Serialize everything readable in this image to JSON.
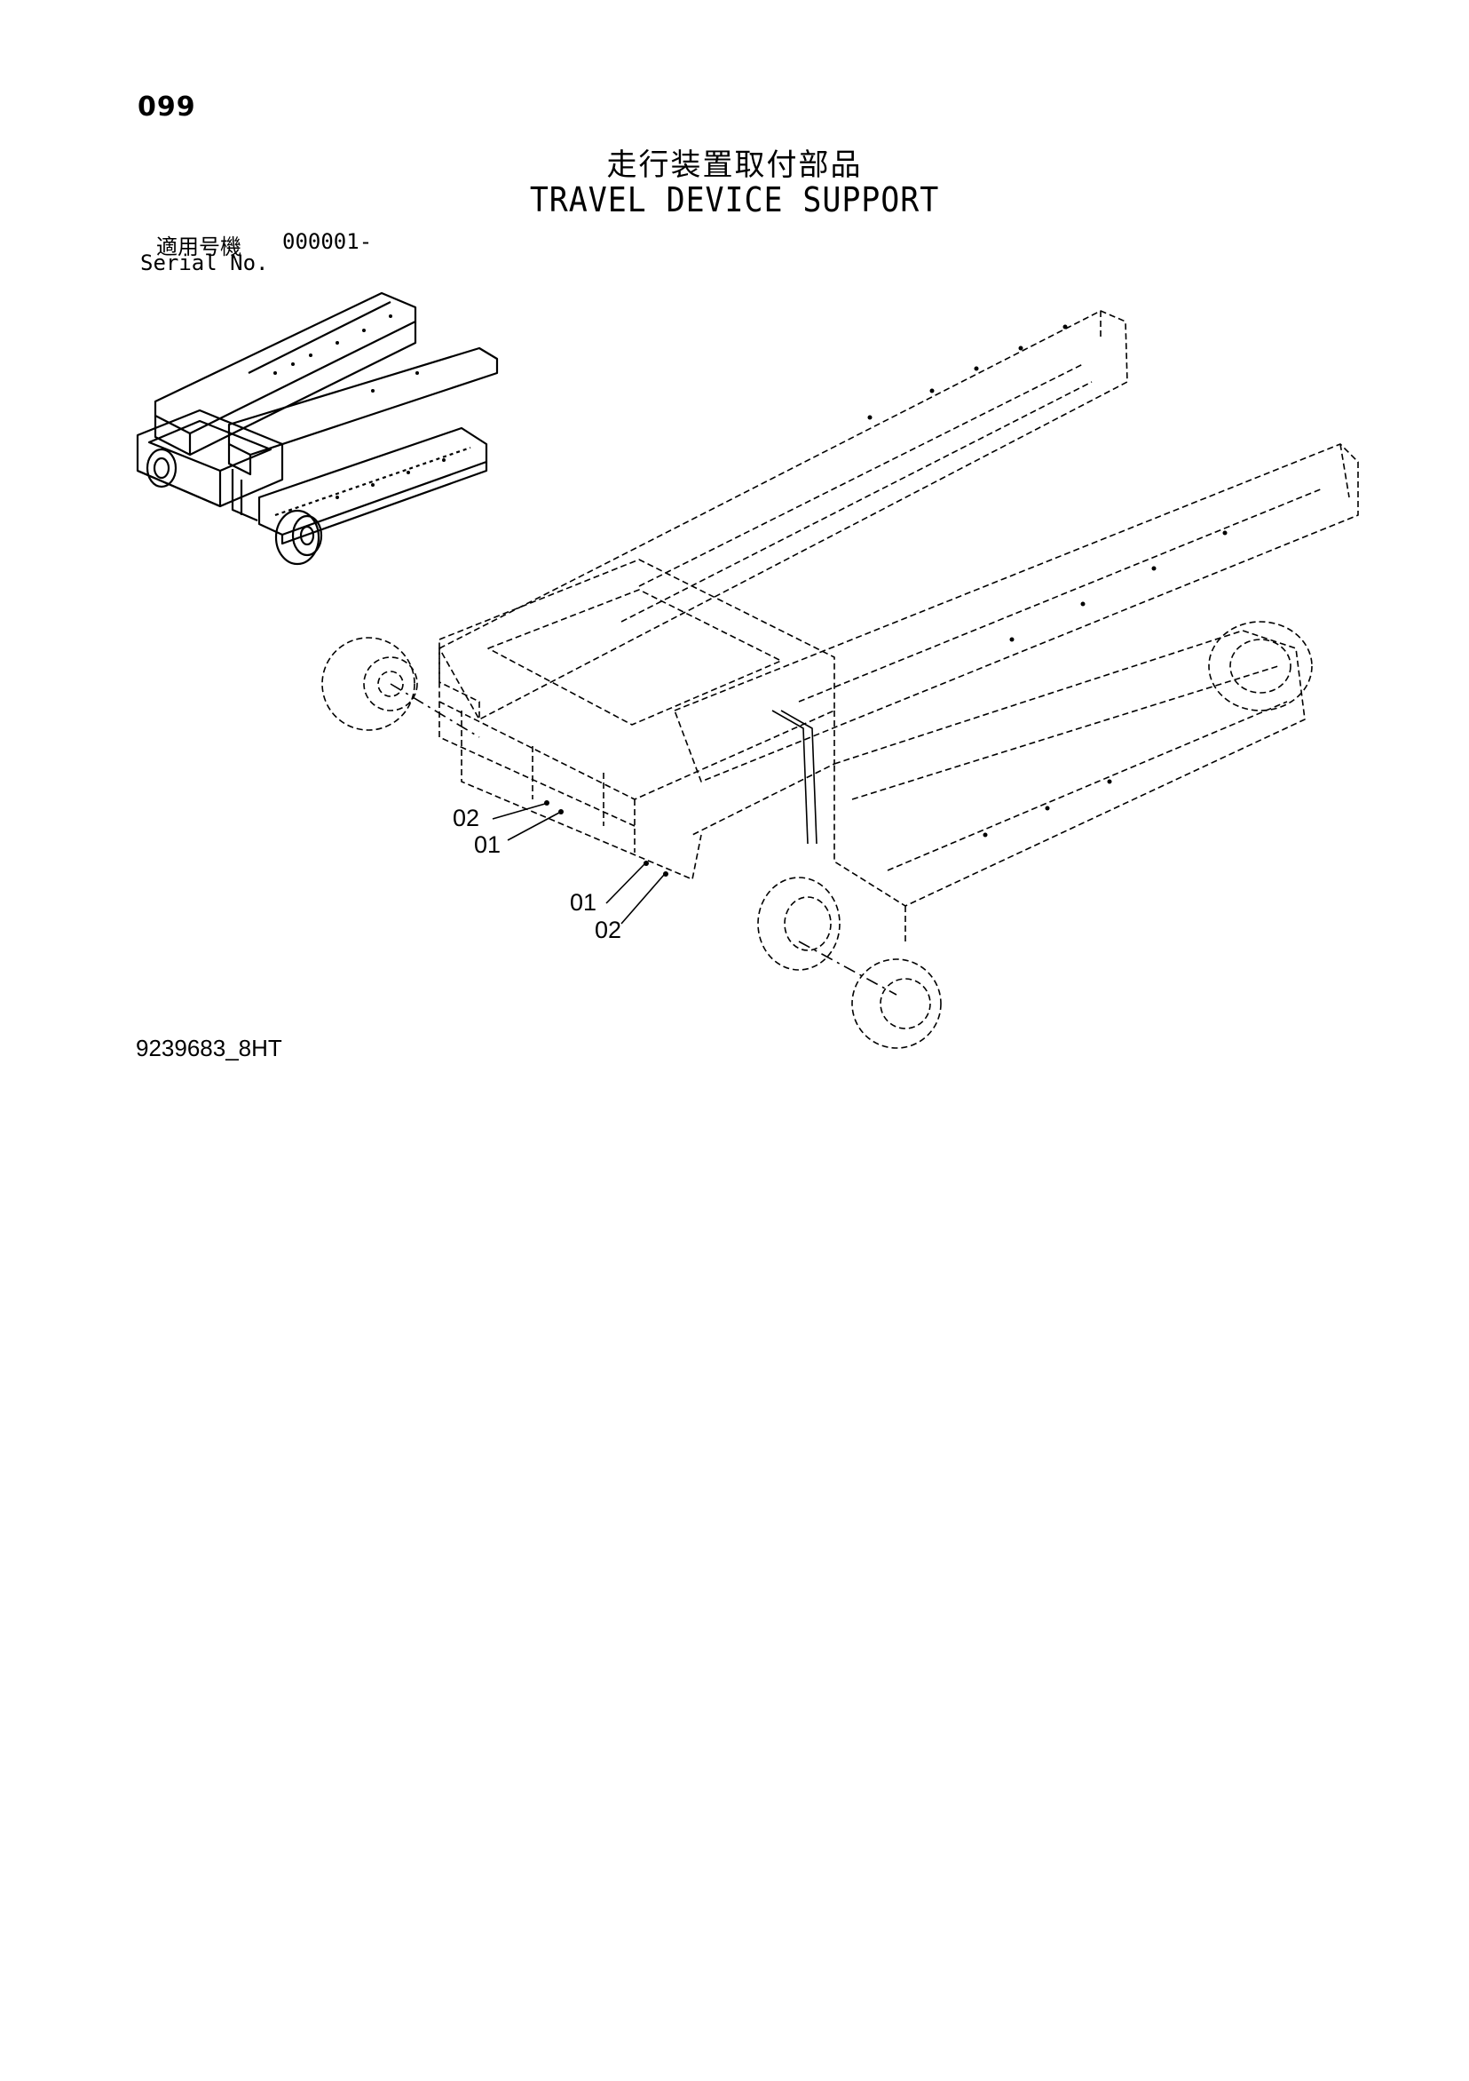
{
  "page_number": "099",
  "title_jp": "走行装置取付部品",
  "title_en": "TRAVEL DEVICE SUPPORT",
  "serial": {
    "label_jp": "適用号機",
    "range": "000001-",
    "label_en": "Serial No."
  },
  "callouts": {
    "left_02": "02",
    "left_01": "01",
    "right_01": "01",
    "right_02": "02"
  },
  "drawing_number": "9239683_8HT"
}
